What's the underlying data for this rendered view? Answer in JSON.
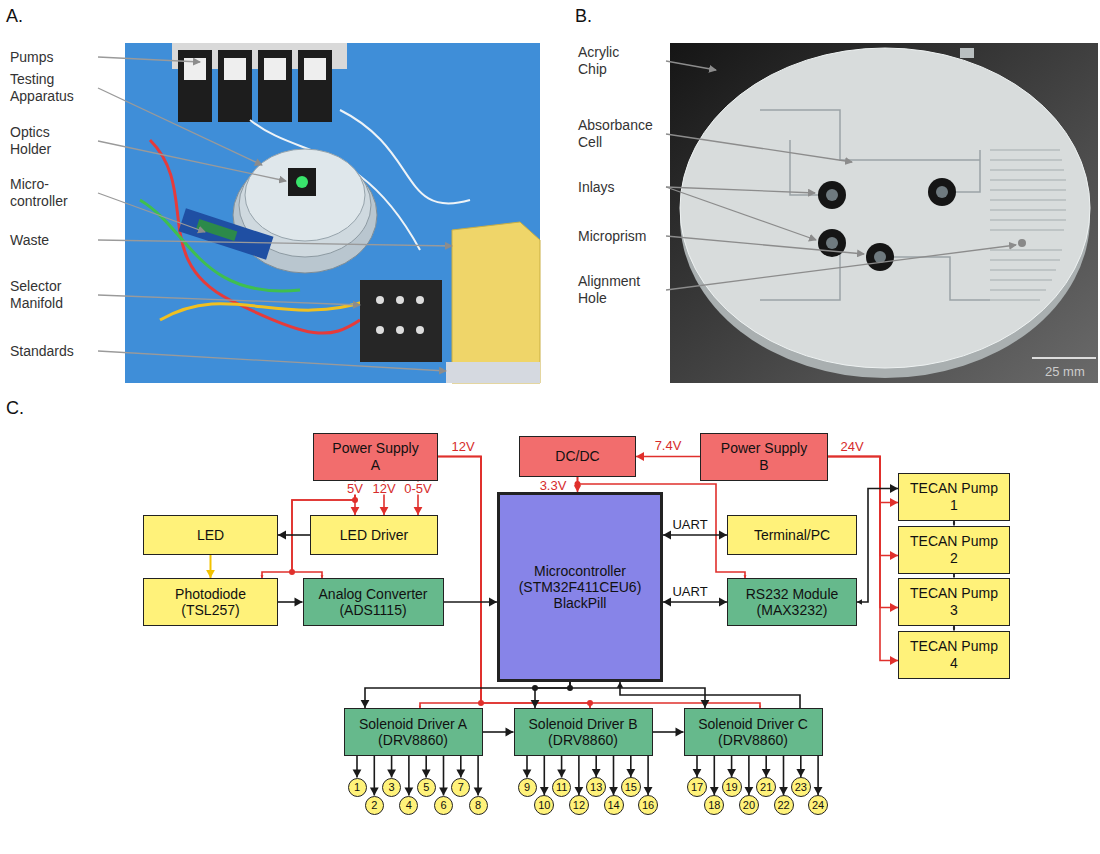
{
  "diagram": {
    "nodes": [
      {
        "text": [
          "Power Supply A"
        ]
      },
      {
        "text": [
          "DC/DC"
        ]
      },
      {
        "text": [
          "Power Supply B"
        ]
      },
      {
        "text": [
          "TECAN Pump 1"
        ]
      },
      {
        "text": [
          "LED"
        ]
      },
      {
        "text": [
          "LED Driver"
        ]
      },
      {
        "text": [
          "Microcontroller (STM32F411CEU6) BlackPill"
        ]
      },
      {
        "text": [
          "Terminal/PC"
        ]
      },
      {
        "text": [
          "TECAN Pump 2"
        ]
      },
      {
        "text": [
          "Photodiode (TSL257)"
        ]
      },
      {
        "text": [
          "Analog Converter (ADS1115)"
        ]
      },
      {
        "text": [
          "RS232 Module (MAX3232)"
        ]
      },
      {
        "text": [
          "TECAN Pump 3"
        ]
      },
      {
        "text": [
          "TECAN Pump 4"
        ]
      },
      {
        "text": [
          "Solenoid Driver A (DRV8860)"
        ]
      },
      {
        "text": [
          "Solenoid Driver B (DRV8860)"
        ]
      },
      {
        "text": [
          "Solenoid Driver C (DRV8860)"
        ]
      },
      {
        "text": [
          "1"
        ]
      },
      {
        "text": [
          "2"
        ]
      },
      {
        "text": [
          "3"
        ]
      },
      {
        "text": [
          "4"
        ]
      },
      {
        "text": [
          "5"
        ]
      },
      {
        "text": [
          "6"
        ]
      },
      {
        "text": [
          "7"
        ]
      },
      {
        "text": [
          "8"
        ]
      },
      {
        "text": [
          "9"
        ]
      },
      {
        "text": [
          "10"
        ]
      },
      {
        "text": [
          "11"
        ]
      },
      {
        "text": [
          "12"
        ]
      },
      {
        "text": [
          "13"
        ]
      },
      {
        "text": [
          "14"
        ]
      },
      {
        "text": [
          "15"
        ]
      },
      {
        "text": [
          "16"
        ]
      },
      {
        "text": [
          "17"
        ]
      },
      {
        "text": [
          "18"
        ]
      },
      {
        "text": [
          "19"
        ]
      },
      {
        "text": [
          "20"
        ]
      },
      {
        "text": [
          "21"
        ]
      },
      {
        "text": [
          "22"
        ]
      },
      {
        "text": [
          "23"
        ]
      },
      {
        "text": [
          "24"
        ]
      }
    ],
    "edges": [
      {
        "from": 0,
        "to": 5,
        "arrow": "to",
        "label": "5V"
      },
      {
        "from": 0,
        "to": 5,
        "arrow": "to",
        "label": "12V"
      },
      {
        "from": 0,
        "to": 5,
        "arrow": "to",
        "label": "0-5V"
      },
      {
        "from": 0,
        "to": 9,
        "arrow": "to"
      },
      {
        "from": 0,
        "to": 10,
        "arrow": "to"
      },
      {
        "from": 0,
        "to": 14,
        "arrow": "to",
        "label": "12V"
      },
      {
        "from": 0,
        "to": 15,
        "arrow": "to"
      },
      {
        "from": 0,
        "to": 16,
        "arrow": "to"
      },
      {
        "from": 2,
        "to": 1,
        "arrow": "to",
        "label": "7.4V"
      },
      {
        "from": 1,
        "to": 6,
        "arrow": "to",
        "label": "3.3V"
      },
      {
        "from": 1,
        "to": 11,
        "arrow": "to"
      },
      {
        "from": 2,
        "to": 3,
        "arrow": "to",
        "label": "24V"
      },
      {
        "from": 2,
        "to": 8,
        "arrow": "to"
      },
      {
        "from": 2,
        "to": 12,
        "arrow": "to"
      },
      {
        "from": 2,
        "to": 13,
        "arrow": "to"
      },
      {
        "from": 5,
        "to": 4,
        "arrow": "to"
      },
      {
        "from": 4,
        "to": 9,
        "arrow": "to"
      },
      {
        "from": 9,
        "to": 10,
        "arrow": "to"
      },
      {
        "from": 10,
        "to": 6,
        "arrow": "to"
      },
      {
        "from": 6,
        "to": 7,
        "arrow": "both",
        "label": "UART"
      },
      {
        "from": 6,
        "to": 11,
        "arrow": "both",
        "label": "UART"
      },
      {
        "from": 11,
        "to": 3,
        "arrow": "both"
      },
      {
        "from": 3,
        "to": 8,
        "arrow": "both"
      },
      {
        "from": 8,
        "to": 12,
        "arrow": "both"
      },
      {
        "from": 12,
        "to": 13,
        "arrow": "both"
      },
      {
        "from": 6,
        "to": 14,
        "arrow": "to"
      },
      {
        "from": 6,
        "to": 15,
        "arrow": "to"
      },
      {
        "from": 6,
        "to": 16,
        "arrow": "to"
      },
      {
        "from": 16,
        "to": 6,
        "arrow": "to"
      },
      {
        "from": 14,
        "to": 15,
        "arrow": "to"
      },
      {
        "from": 15,
        "to": 16,
        "arrow": "to"
      },
      {
        "from": 14,
        "to": 17,
        "arrow": "to"
      },
      {
        "from": 14,
        "to": 18,
        "arrow": "to"
      },
      {
        "from": 14,
        "to": 19,
        "arrow": "to"
      },
      {
        "from": 14,
        "to": 20,
        "arrow": "to"
      },
      {
        "from": 14,
        "to": 21,
        "arrow": "to"
      },
      {
        "from": 14,
        "to": 22,
        "arrow": "to"
      },
      {
        "from": 14,
        "to": 23,
        "arrow": "to"
      },
      {
        "from": 14,
        "to": 24,
        "arrow": "to"
      },
      {
        "from": 15,
        "to": 25,
        "arrow": "to"
      },
      {
        "from": 15,
        "to": 26,
        "arrow": "to"
      },
      {
        "from": 15,
        "to": 27,
        "arrow": "to"
      },
      {
        "from": 15,
        "to": 28,
        "arrow": "to"
      },
      {
        "from": 15,
        "to": 29,
        "arrow": "to"
      },
      {
        "from": 15,
        "to": 30,
        "arrow": "to"
      },
      {
        "from": 15,
        "to": 31,
        "arrow": "to"
      },
      {
        "from": 15,
        "to": 32,
        "arrow": "to"
      },
      {
        "from": 16,
        "to": 33,
        "arrow": "to"
      },
      {
        "from": 16,
        "to": 34,
        "arrow": "to"
      },
      {
        "from": 16,
        "to": 35,
        "arrow": "to"
      },
      {
        "from": 16,
        "to": 36,
        "arrow": "to"
      },
      {
        "from": 16,
        "to": 37,
        "arrow": "to"
      },
      {
        "from": 16,
        "to": 38,
        "arrow": "to"
      },
      {
        "from": 16,
        "to": 39,
        "arrow": "to"
      },
      {
        "from": 16,
        "to": 40,
        "arrow": "to"
      }
    ],
    "labels": [
      "A.",
      "Pumps",
      "Testing Apparatus",
      "Optics Holder",
      "Micro- controller",
      "Waste",
      "Selector Manifold",
      "Standards",
      "B.",
      "Acrylic Chip",
      "Absorbance Cell",
      "Inlays",
      "Microprism",
      "Alignment Hole",
      "25 mm",
      "C."
    ]
  }
}
